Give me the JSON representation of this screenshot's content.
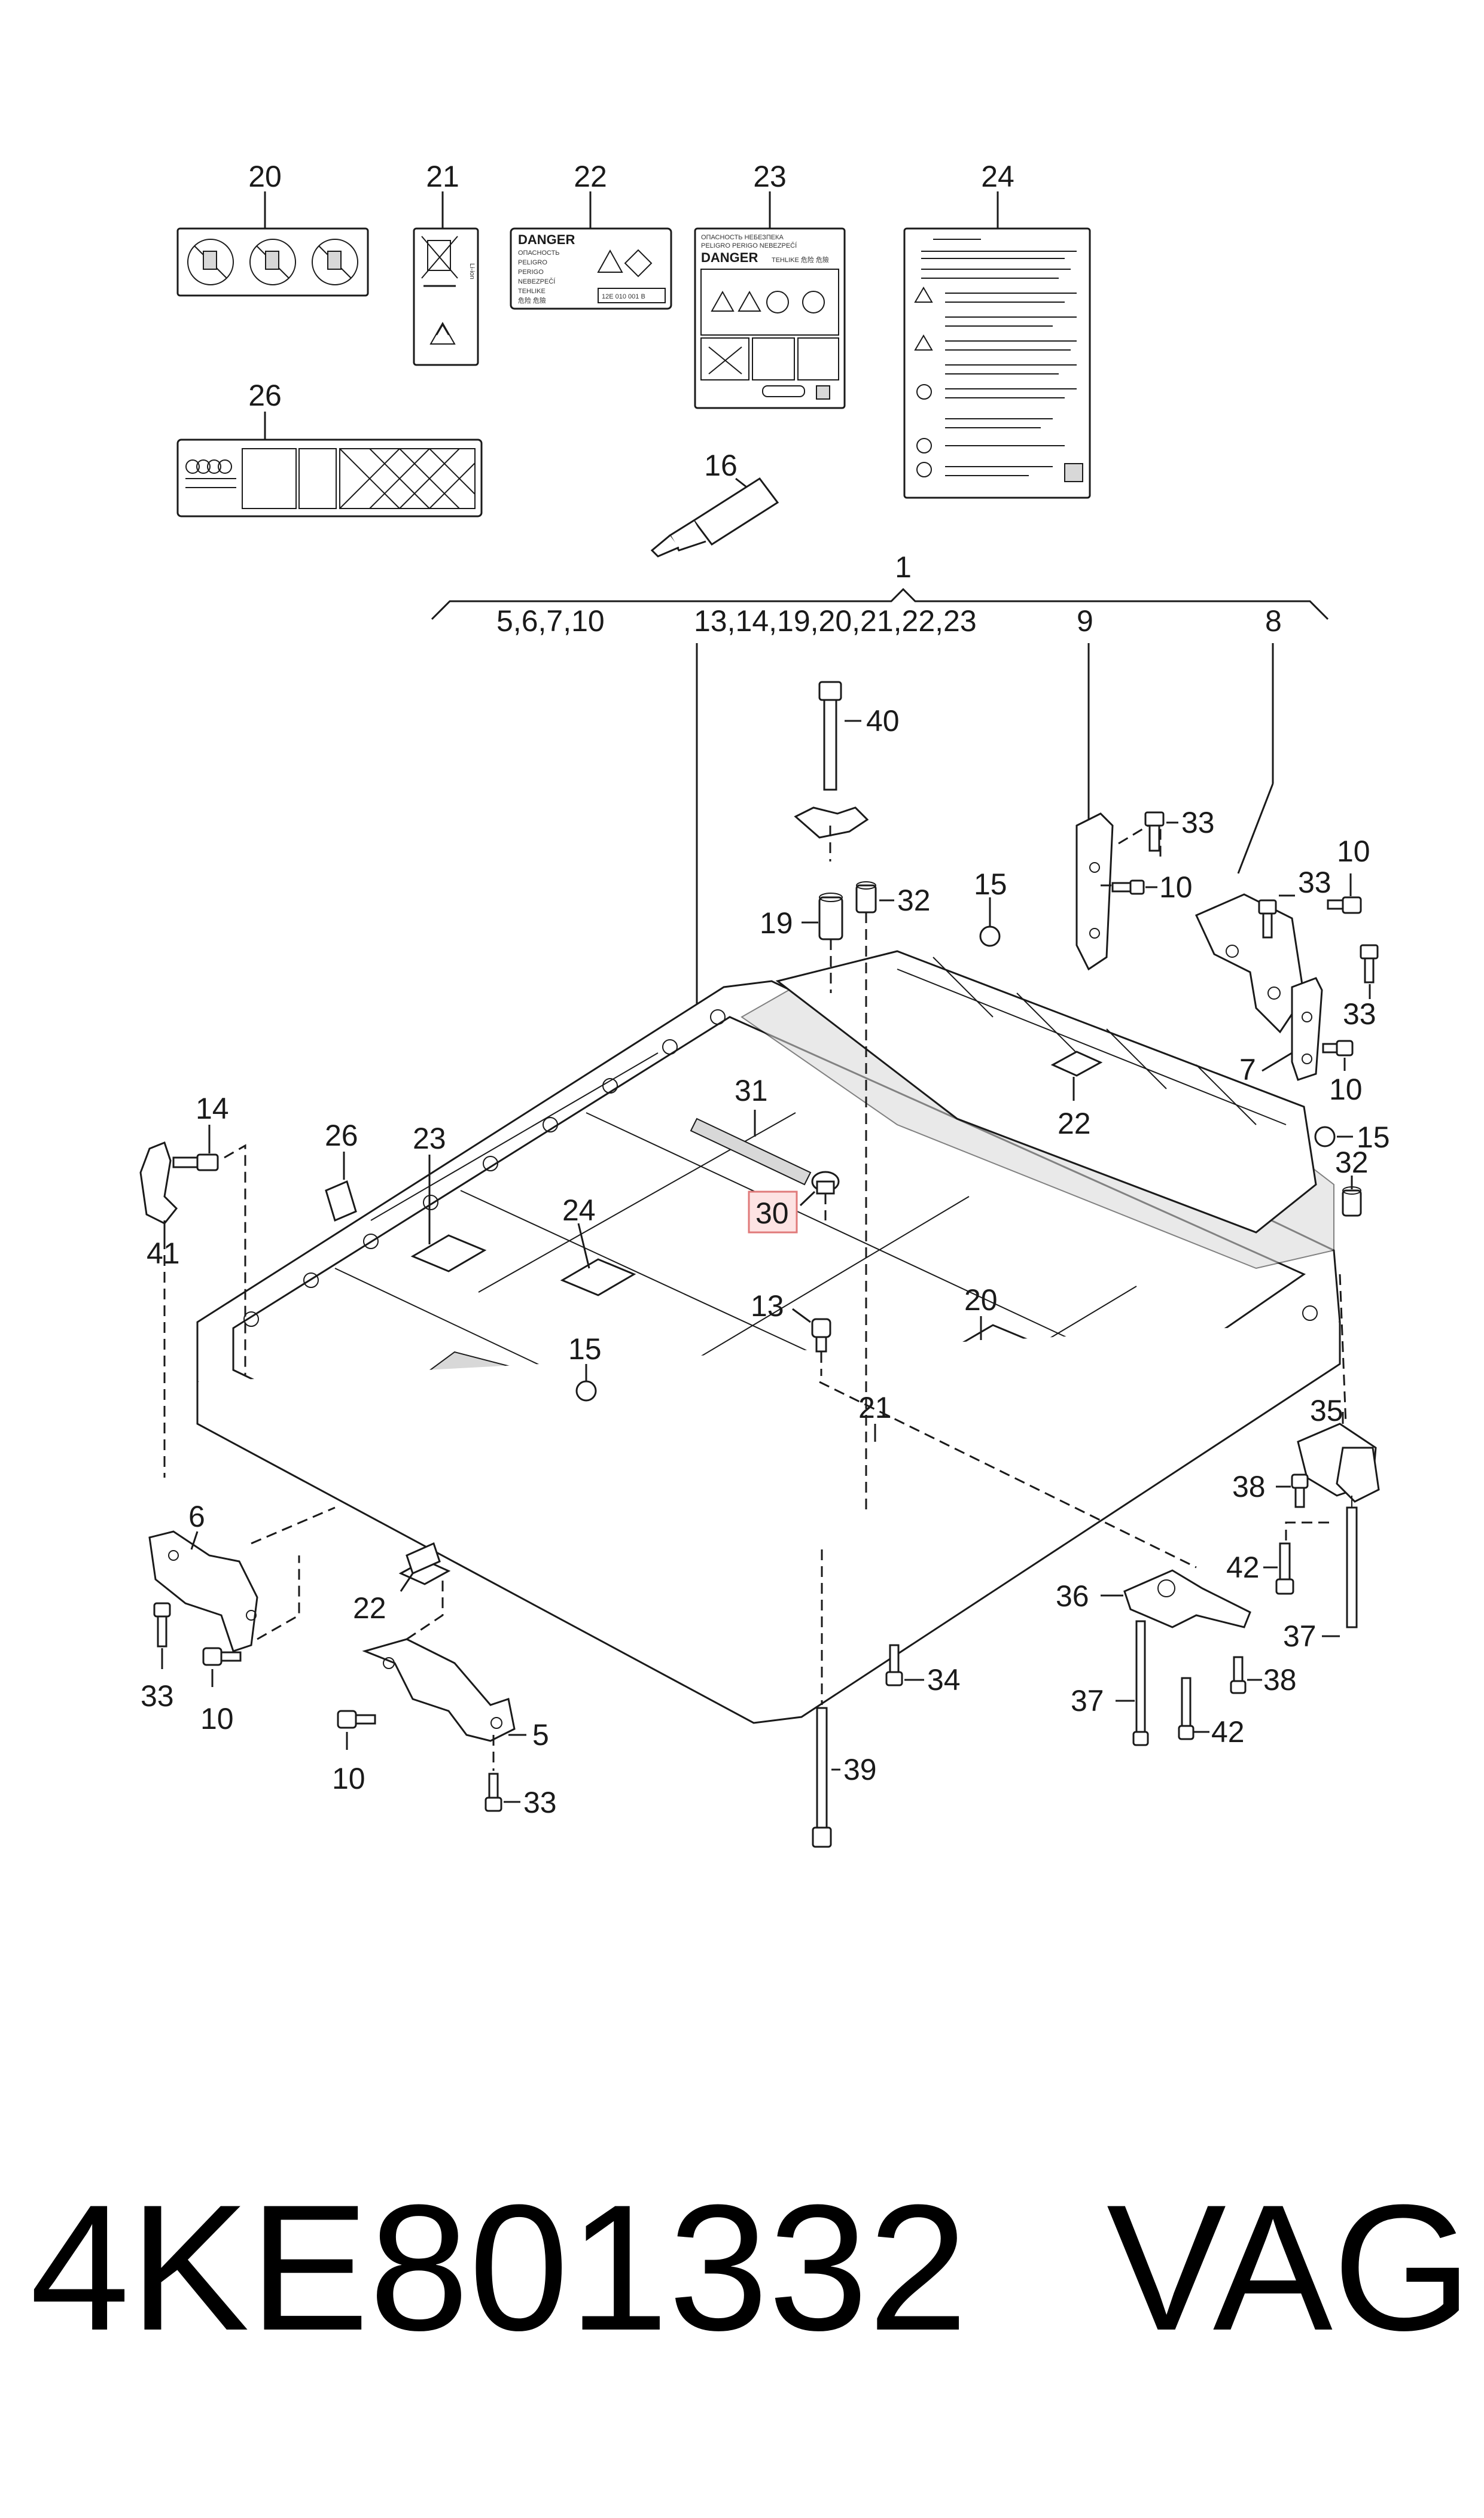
{
  "callouts": {
    "c20": "20",
    "c21": "21",
    "c22": "22",
    "c23": "23",
    "c24": "24",
    "c26": "26",
    "c16": "16",
    "c1": "1",
    "c_group_a": "5,6,7,10",
    "c_group_b": "13,14,19,20,21,22,23",
    "c9": "9",
    "c8": "8",
    "c40": "40",
    "c19": "19",
    "c32a": "32",
    "c15a": "15",
    "c33a": "33",
    "c10a": "10",
    "c33b": "33",
    "c10b": "10",
    "c33c": "33",
    "c7": "7",
    "c10c": "10",
    "c15b": "15",
    "c32b": "32",
    "c14": "14",
    "c41": "41",
    "c26b": "26",
    "c23b": "23",
    "c31": "31",
    "c30": "30",
    "c24b": "24",
    "c22b": "22",
    "c13": "13",
    "c20b": "20",
    "c15c": "15",
    "c21b": "21",
    "c35": "35",
    "c38a": "38",
    "c42a": "42",
    "c37a": "37",
    "c6": "6",
    "c33d": "33",
    "c10d": "10",
    "c22c": "22",
    "c36": "36",
    "c38b": "38",
    "c37b": "37",
    "c42b": "42",
    "c34": "34",
    "c10e": "10",
    "c5": "5",
    "c33e": "33",
    "c39": "39"
  },
  "labels": {
    "danger_title": "DANGER",
    "danger_langs": [
      "ОПАСНОСТЬ",
      "PELIGRO",
      "PERIGO",
      "NEBEZPEČÍ",
      "TEHLIKE",
      "危险 危險"
    ],
    "danger_code": "12E 010 001 B",
    "label23_head": [
      "ОПАСНОСТЬ",
      "НЕБЕЗПЕКА",
      "PELIGRO",
      "PERIGO",
      "NEBEZPEČÍ",
      "TEHLIKE",
      "危险",
      "危險"
    ]
  },
  "footer": {
    "part_number": "4KE801332",
    "brand": "VAG"
  }
}
